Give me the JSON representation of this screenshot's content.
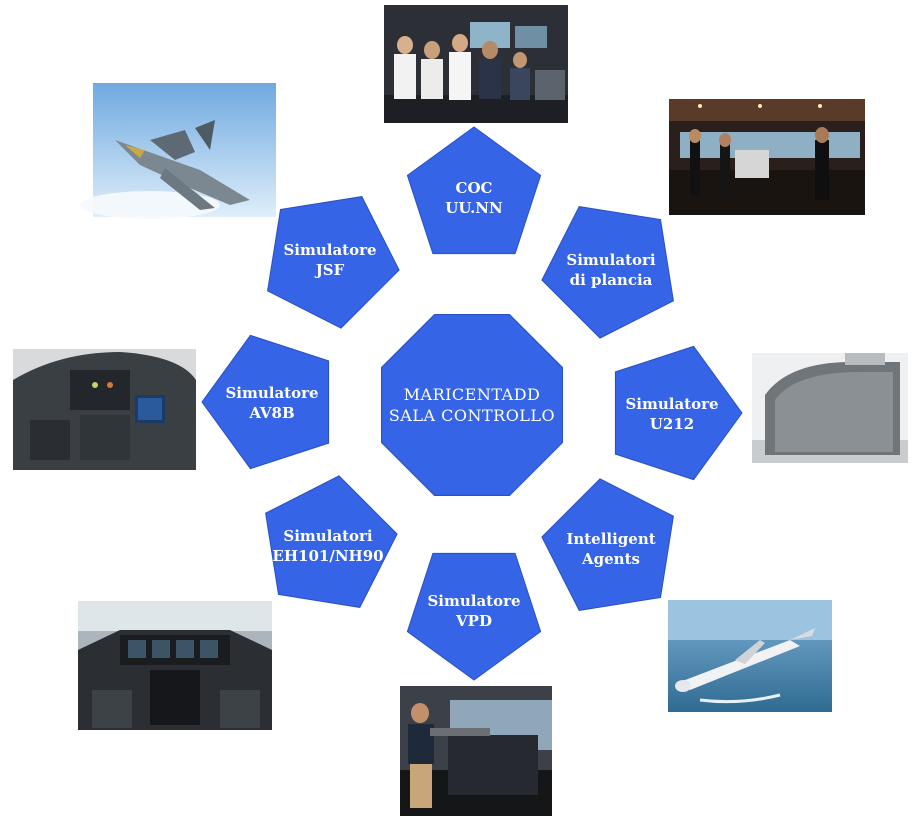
{
  "colors": {
    "node_fill": "#3564E6",
    "node_stroke": "#2A4FC4",
    "text": "#FFFFFF"
  },
  "center": {
    "line1": "MARICENTADD",
    "line2": "SALA CONTROLLO"
  },
  "nodes": [
    {
      "id": "coc",
      "line1": "COC",
      "line2": "UU.NN"
    },
    {
      "id": "plancia",
      "line1": "Simulatori",
      "line2": "di plancia"
    },
    {
      "id": "u212",
      "line1": "Simulatore",
      "line2": "U212"
    },
    {
      "id": "agents",
      "line1": "Intelligent",
      "line2": "Agents"
    },
    {
      "id": "vpd",
      "line1": "Simulatore",
      "line2": "VPD"
    },
    {
      "id": "eh101",
      "line1": "Simulatori",
      "line2": "EH101/NH90"
    },
    {
      "id": "av8b",
      "line1": "Simulatore",
      "line2": "AV8B"
    },
    {
      "id": "jsf",
      "line1": "Simulatore",
      "line2": "JSF"
    }
  ],
  "photos": [
    {
      "id": "coc",
      "subject": "operations-room-crew-photo"
    },
    {
      "id": "plancia",
      "subject": "ship-bridge-simulator-photo"
    },
    {
      "id": "u212",
      "subject": "submarine-simulator-module-photo"
    },
    {
      "id": "agents",
      "subject": "missile-photo"
    },
    {
      "id": "vpd",
      "subject": "gunner-simulator-photo"
    },
    {
      "id": "eh101",
      "subject": "helicopter-cockpit-photo"
    },
    {
      "id": "av8b",
      "subject": "jet-cockpit-photo"
    },
    {
      "id": "jsf",
      "subject": "fighter-jet-photo"
    }
  ]
}
